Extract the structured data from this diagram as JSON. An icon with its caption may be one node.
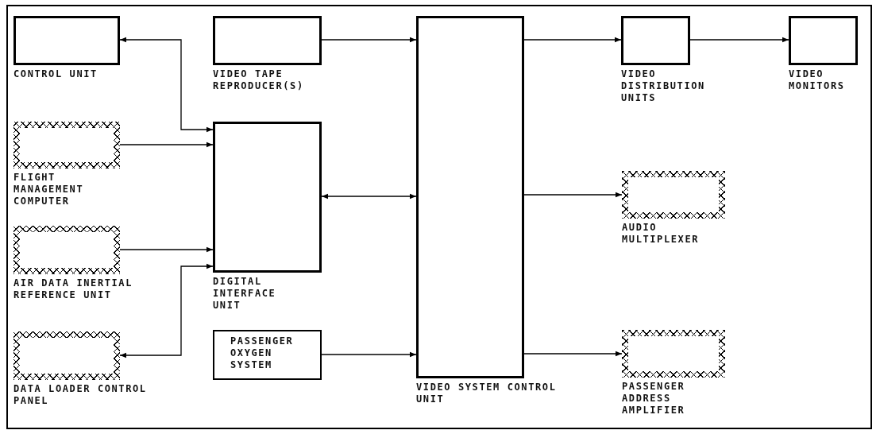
{
  "diagram": {
    "nodes": [
      {
        "text": [
          "CONTROL UNIT"
        ]
      },
      {
        "text": [
          "VIDEO TAPE REPRODUCER(S)"
        ]
      },
      {
        "text": [
          "FLIGHT MANAGEMENT COMPUTER"
        ]
      },
      {
        "text": [
          "DIGITAL INTERFACE UNIT"
        ]
      },
      {
        "text": [
          "VIDEO SYSTEM CONTROL UNIT"
        ]
      },
      {
        "text": [
          "VIDEO DISTRIBUTION UNITS"
        ]
      },
      {
        "text": [
          "VIDEO MONITORS"
        ]
      },
      {
        "text": [
          "AIR DATA INERTIAL REFERENCE UNIT"
        ]
      },
      {
        "text": [
          "AUDIO MULTIPLEXER"
        ]
      },
      {
        "text": [
          "DATA LOADER CONTROL PANEL"
        ]
      },
      {
        "text": [
          "PASSENGER OXYGEN SYSTEM"
        ]
      },
      {
        "text": [
          "PASSENGER ADDRESS AMPLIFIER"
        ]
      }
    ],
    "edges": [
      {
        "from": 3,
        "to": 0,
        "arrow": "both"
      },
      {
        "from": 2,
        "to": 3,
        "arrow": "to"
      },
      {
        "from": 1,
        "to": 4,
        "arrow": "to"
      },
      {
        "from": 3,
        "to": 4,
        "arrow": "both"
      },
      {
        "from": 7,
        "to": 3,
        "arrow": "to"
      },
      {
        "from": 3,
        "to": 9,
        "arrow": "both"
      },
      {
        "from": 10,
        "to": 4,
        "arrow": "to"
      },
      {
        "from": 4,
        "to": 5,
        "arrow": "to"
      },
      {
        "from": 5,
        "to": 6,
        "arrow": "to"
      },
      {
        "from": 4,
        "to": 8,
        "arrow": "to"
      },
      {
        "from": 4,
        "to": 11,
        "arrow": "to"
      }
    ]
  }
}
